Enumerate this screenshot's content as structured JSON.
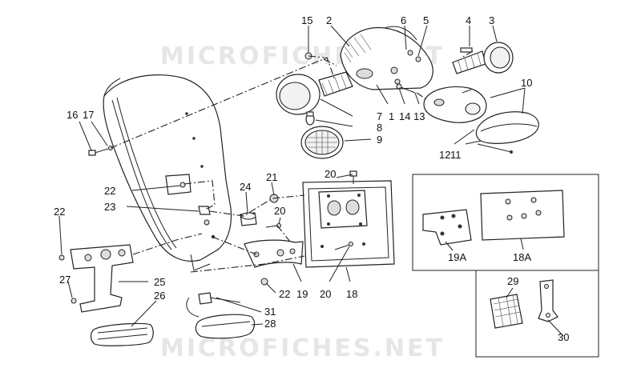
{
  "watermark": {
    "top": "MICROFICHES.NET",
    "bottom": "MICROFICHES.NET"
  },
  "callouts": {
    "c1": "1",
    "c2": "2",
    "c3": "3",
    "c4": "4",
    "c5": "5",
    "c6": "6",
    "c7": "7",
    "c8": "8",
    "c9": "9",
    "c10": "10",
    "c11": "11",
    "c12": "12",
    "c13": "13",
    "c14": "14",
    "c15": "15",
    "c16": "16",
    "c17": "17",
    "c18": "18",
    "c18a": "18A",
    "c19": "19",
    "c19a": "19A",
    "c20a": "20",
    "c20b": "20",
    "c20c": "20",
    "c21": "21",
    "c22a": "22",
    "c22b": "22",
    "c22c": "22",
    "c23": "23",
    "c24": "24",
    "c25": "25",
    "c26": "26",
    "c27": "27",
    "c28": "28",
    "c29": "29",
    "c30": "30",
    "c31": "31"
  }
}
